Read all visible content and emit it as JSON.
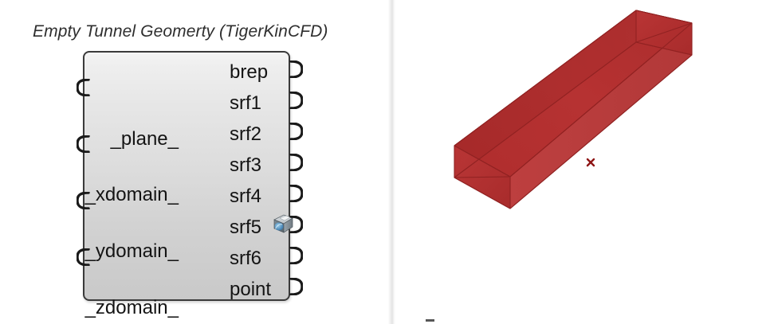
{
  "app": {
    "background_color": "#ffffff",
    "divider_color": "#e4e4e4"
  },
  "canvas": {
    "name": "grasshopper-canvas",
    "node": {
      "title": "Empty Tunnel Geomerty (TigerKinCFD)",
      "icon_name": "tunnel-box-icon",
      "body_color_top": "#f4f4f4",
      "body_color_bottom": "#c9c9c9",
      "border_color": "#3a3a3a",
      "inputs": [
        {
          "label": "_plane_",
          "port": "input-port-plane"
        },
        {
          "label": "_xdomain_",
          "port": "input-port-xdomain"
        },
        {
          "label": "_ydomain_",
          "port": "input-port-ydomain"
        },
        {
          "label": "_zdomain_",
          "port": "input-port-zdomain"
        }
      ],
      "outputs": [
        {
          "label": "brep",
          "port": "output-port-brep"
        },
        {
          "label": "srf1",
          "port": "output-port-srf1"
        },
        {
          "label": "srf2",
          "port": "output-port-srf2"
        },
        {
          "label": "srf3",
          "port": "output-port-srf3"
        },
        {
          "label": "srf4",
          "port": "output-port-srf4"
        },
        {
          "label": "srf5",
          "port": "output-port-srf5"
        },
        {
          "label": "srf6",
          "port": "output-port-srf6"
        },
        {
          "label": "point",
          "port": "output-port-point"
        }
      ]
    }
  },
  "viewport": {
    "name": "rhino-viewport",
    "geometry_name": "tunnel-brep",
    "geometry_color": "#b32f2f",
    "geometry_edge_color": "#8c1f1f",
    "marker_name": "origin-point-marker",
    "marker_color": "#8e1414",
    "background_color": "#ffffff"
  }
}
